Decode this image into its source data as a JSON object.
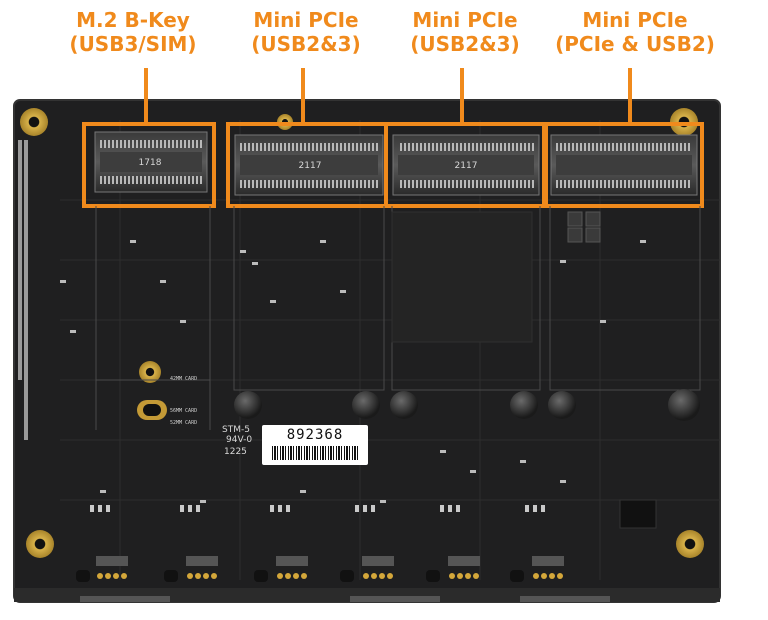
{
  "callouts": [
    {
      "line1": "M.2 B-Key",
      "line2": "(USB3/SIM)"
    },
    {
      "line1": "Mini PCIe",
      "line2": "(USB2&3)"
    },
    {
      "line1": "Mini PCIe",
      "line2": "(USB2&3)"
    },
    {
      "line1": "Mini PCIe",
      "line2": "(PCIe & USB2)"
    }
  ],
  "board": {
    "serial_label": "892368",
    "ul_marking": "STM-5",
    "rating": "94V-0",
    "date_code": "1225",
    "slot_marks": [
      "1718",
      "2117",
      "2117"
    ],
    "m2_lengths": [
      "42MM CARD",
      "56MM CARD",
      "52MM CARD"
    ]
  },
  "colors": {
    "accent": "#f08a1c",
    "pcb": "#1f1f20",
    "silkscreen": "#d0d0d0"
  }
}
